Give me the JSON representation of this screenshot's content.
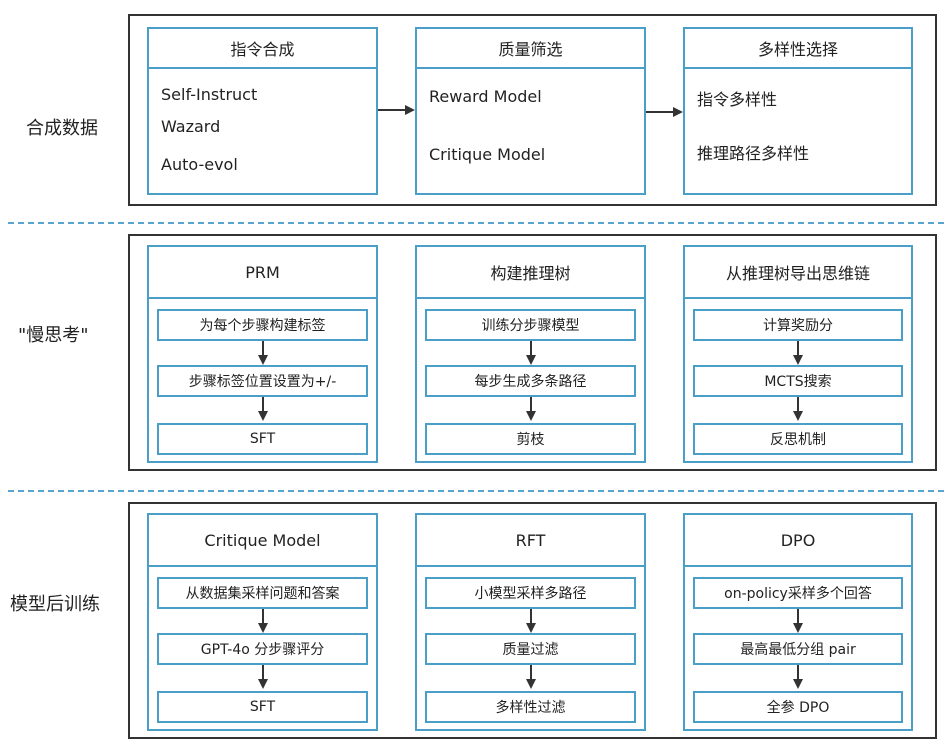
{
  "sections": [
    {
      "label": "合成数据",
      "boxes": [
        {
          "title": "指令合成",
          "items": [
            "Self-Instruct",
            "Wazard",
            "Auto-evol"
          ]
        },
        {
          "title": "质量筛选",
          "items": [
            "Reward Model",
            "Critique Model"
          ]
        },
        {
          "title": "多样性选择",
          "items": [
            "指令多样性",
            "推理路径多样性"
          ]
        }
      ]
    },
    {
      "label": "\"慢思考\"",
      "boxes": [
        {
          "title": "PRM",
          "steps": [
            "为每个步骤构建标签",
            "步骤标签位置设置为+/-",
            "SFT"
          ]
        },
        {
          "title": "构建推理树",
          "steps": [
            "训练分步骤模型",
            "每步生成多条路径",
            "剪枝"
          ]
        },
        {
          "title": "从推理树导出思维链",
          "steps": [
            "计算奖励分",
            "MCTS搜索",
            "反思机制"
          ]
        }
      ]
    },
    {
      "label": "模型后训练",
      "boxes": [
        {
          "title": "Critique Model",
          "steps": [
            "从数据集采样问题和答案",
            "GPT-4o 分步骤评分",
            "SFT"
          ]
        },
        {
          "title": "RFT",
          "steps": [
            "小模型采样多路径",
            "质量过滤",
            "多样性过滤"
          ]
        },
        {
          "title": "DPO",
          "steps": [
            "on-policy采样多个回答",
            "最高最低分组 pair",
            "全参 DPO"
          ]
        }
      ]
    }
  ],
  "colors": {
    "accent": "#4a9fc9",
    "divider": "#5aa5cf",
    "outer_border": "#333333",
    "arrow": "#333333"
  }
}
